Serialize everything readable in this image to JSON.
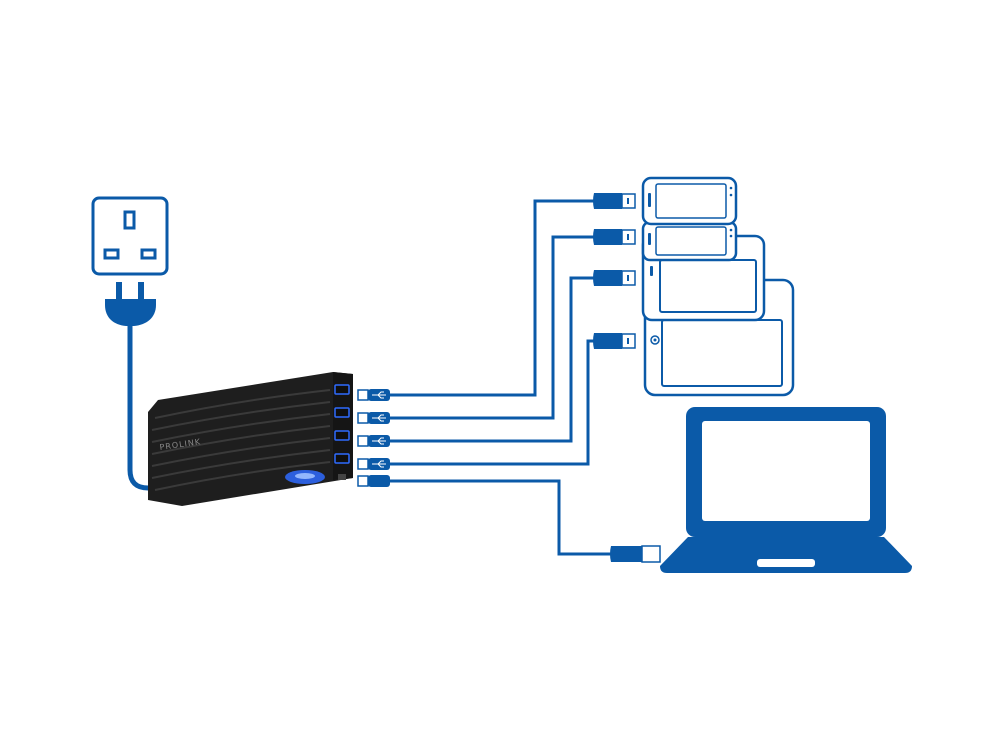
{
  "diagram": {
    "hub_brand": "PROLINK",
    "colors": {
      "accent": "#0b5aa8",
      "hub_body": "#1e1e1e",
      "hub_ridge": "#3a3a3a",
      "led_glow": "#2f6bff",
      "device_outline": "#0b5aa8",
      "background": "#ffffff"
    },
    "icons": [
      "wall-socket-icon",
      "power-plug-icon",
      "usb-charging-hub",
      "usb-symbol-icon",
      "usb-connector-icon",
      "smartphone-icon",
      "tablet-icon",
      "laptop-icon"
    ],
    "usb_ports": 5,
    "connected_devices": [
      "smartphone",
      "smartphone",
      "small-tablet",
      "tablet",
      "laptop"
    ]
  }
}
